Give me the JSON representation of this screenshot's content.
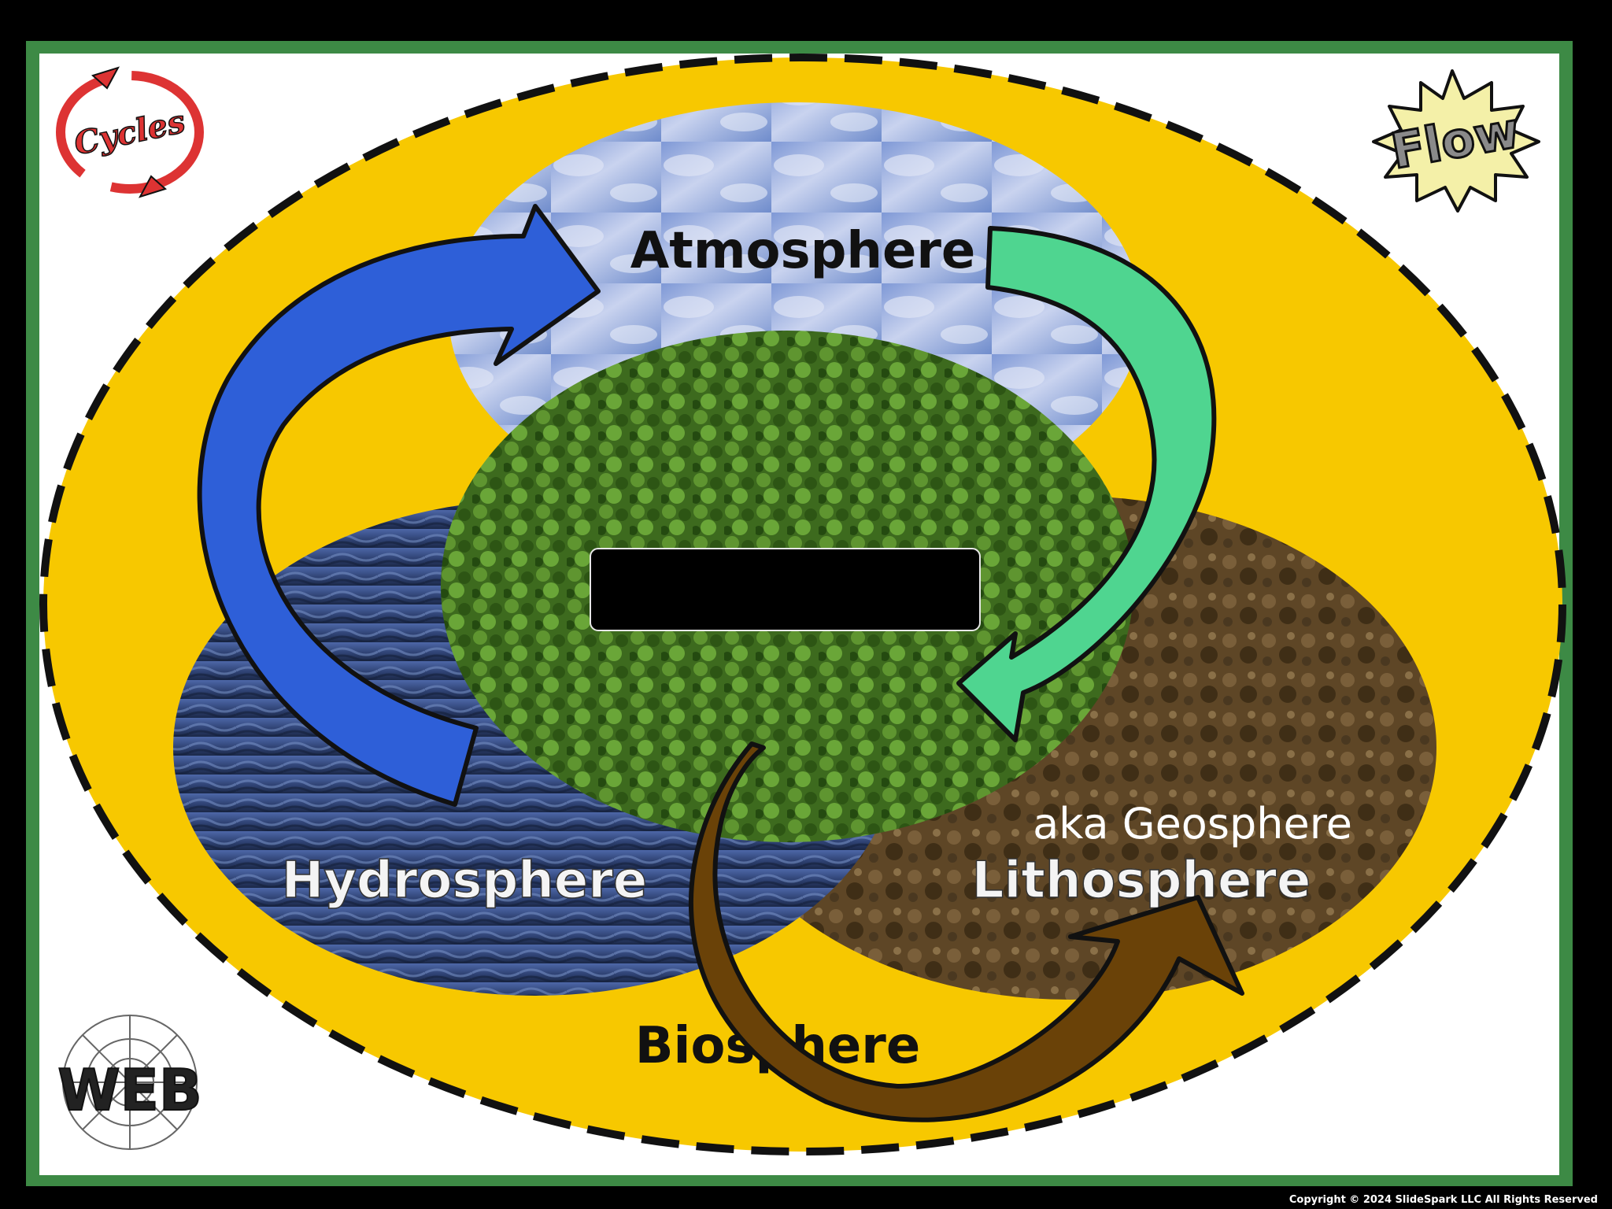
{
  "spheres": {
    "atmosphere": "Atmosphere",
    "hydrosphere": "Hydrosphere",
    "lithosphere": "Lithosphere",
    "biosphere": "Biosphere",
    "geosphere_note": "aka Geosphere"
  },
  "badges": {
    "cycles": "Cycles",
    "flow": "Flow",
    "web": "WEB"
  },
  "footer": {
    "copyright": "Copyright © 2024 SlideSpark LLC All Rights Reserved"
  },
  "colors": {
    "frame_green": "#3d8a45",
    "yellow": "#f7c800",
    "arrow_blue": "#2e5fd8",
    "arrow_green": "#4fd590",
    "arrow_brown": "#6a4208",
    "hidden_box": "#000000"
  }
}
